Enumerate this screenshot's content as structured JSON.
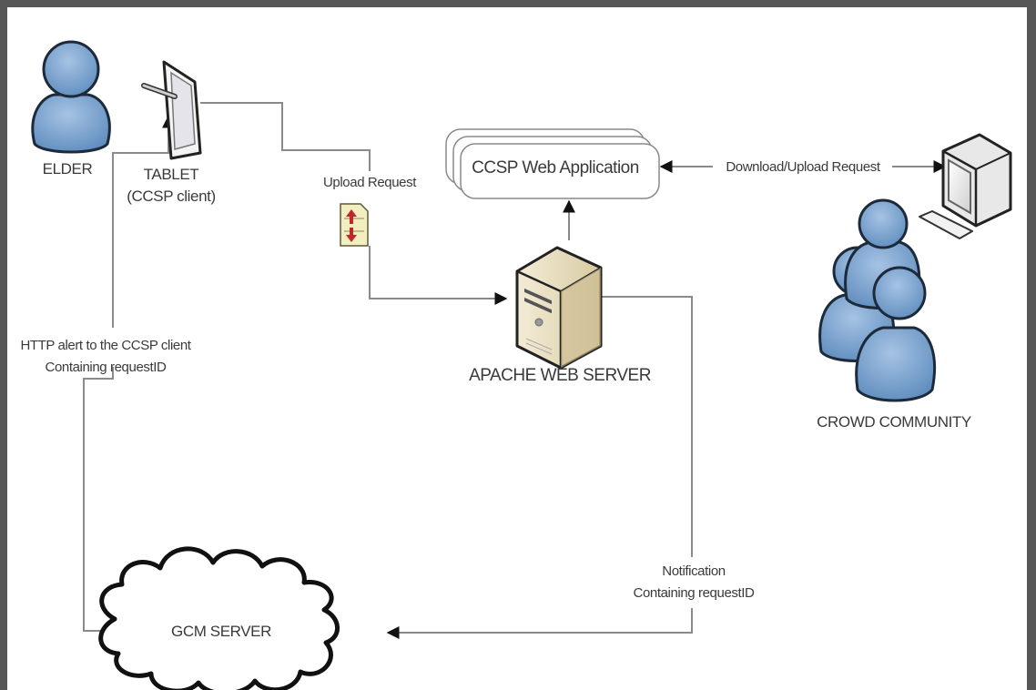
{
  "diagram": {
    "nodes": {
      "elder": {
        "label": "ELDER",
        "icon": "person-icon"
      },
      "tablet": {
        "label_line1": "TABLET",
        "label_line2": "(CCSP client)",
        "icon": "tablet-icon"
      },
      "web_app": {
        "label": "CCSP Web Application",
        "icon": "stacked-document-icon"
      },
      "apache": {
        "label": "APACHE WEB SERVER",
        "icon": "server-tower-icon"
      },
      "crowd": {
        "label": "CROWD COMMUNITY",
        "icon": "group-icon"
      },
      "workstation": {
        "icon": "computer-monitor-icon"
      },
      "gcm": {
        "label": "GCM SERVER",
        "icon": "cloud-icon"
      },
      "upload_doc": {
        "icon": "upload-document-icon"
      }
    },
    "edges": {
      "upload_request": {
        "label": "Upload Request",
        "from": "tablet",
        "to": "apache"
      },
      "server_to_app": {
        "label": "",
        "from": "apache",
        "to": "web_app"
      },
      "download_upload": {
        "label": "Download/Upload Request",
        "from": "web_app",
        "to": "crowd",
        "bidirectional": true
      },
      "notification": {
        "label_line1": "Notification",
        "label_line2": "Containing requestID",
        "from": "apache",
        "to": "gcm"
      },
      "http_alert": {
        "label_line1": "HTTP alert to the CCSP client",
        "label_line2": "Containing requestID",
        "from": "gcm",
        "to": "tablet"
      }
    },
    "colors": {
      "person_fill": "#7aa3cf",
      "person_stroke": "#1c2a3a",
      "server_fill": "#e6dcc0",
      "connector": "#8a8a8a",
      "frame": "#575757"
    }
  }
}
